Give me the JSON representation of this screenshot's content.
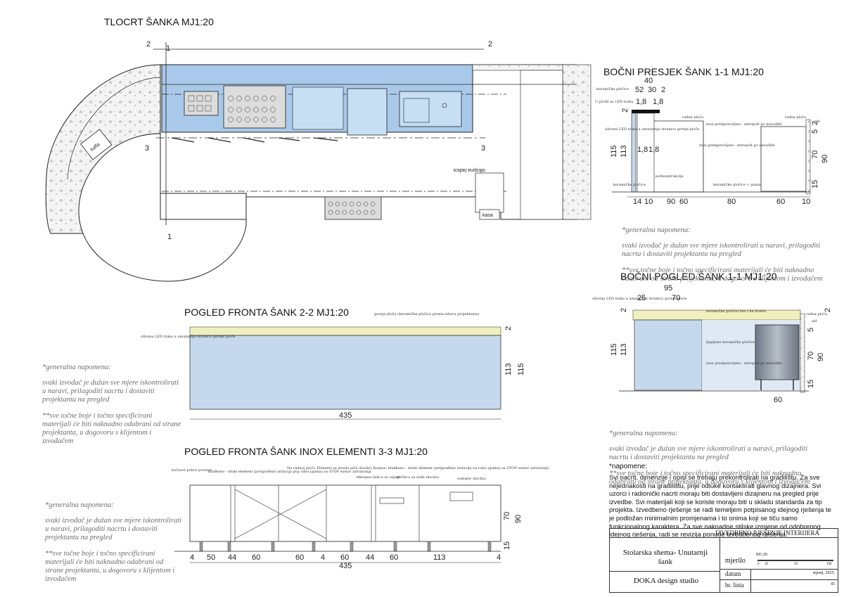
{
  "titles": {
    "plan": "TLOCRT ŠANKA   MJ1:20",
    "section": "BOČNI PRESJEK ŠANK 1-1  MJ1:20",
    "side_view": "BOČNI POGLED ŠANK 1-1  MJ1:20",
    "front_view": "POGLED FRONTA ŠANK 2-2  MJ1:20",
    "inox_view": "POGLED FRONTA ŠANK INOX ELEMENTI 3-3  MJ1:20"
  },
  "plan": {
    "cut_marks": [
      "2",
      "1",
      "2",
      "3",
      "3",
      "1"
    ],
    "labels": {
      "coffee": "kaffa",
      "drawer": "otkopna ladica",
      "cash": "kasa"
    }
  },
  "section": {
    "dims_top": [
      "40",
      "52",
      "30",
      "2",
      "1,8",
      "1,8"
    ],
    "dims_left": [
      "2",
      "115",
      "113",
      "1,8",
      "1,8"
    ],
    "dims_right": [
      "2",
      "5",
      "70",
      "90",
      "15"
    ],
    "dims_bottom": [
      "14",
      "10",
      "90",
      "60",
      "80",
      "60",
      "10"
    ],
    "labels": {
      "tiles_top": "keramičke pločice",
      "led_profile": "U profil za LED traku",
      "led_strip": "ulivena LED traka u umutarnju stranicu gornje ploče",
      "worktop": "radna ploča",
      "worktop_right": "radna ploča",
      "inox_a": "inox predgotovljeni - mtropolt po narudžbi",
      "inox_b": "inox predgotovljeni - mtropolt po narudžbi",
      "substructure": "potkonstrukcija",
      "tiles_floor": "keramičke pločice",
      "tiles_rubber": "keramičke pločice + guma",
      "wall": "zid"
    }
  },
  "side_view": {
    "dims_top": [
      "95",
      "25",
      "70"
    ],
    "dims_left": [
      "2",
      "115",
      "113"
    ],
    "dims_right": [
      "2",
      "5",
      "70",
      "90",
      "15"
    ],
    "dims_bottom": [
      "60"
    ],
    "labels": {
      "led_strip": "ulivena LED traka u umutarnju stranicu gornje ploče",
      "tiles": "keramičke pločice kao i na frontu",
      "glued_tiles": "ljepljene keramičke pločice",
      "inox": "inox predgotovljeni - mtropolt po narudžbi",
      "worktop": "radna ploča",
      "wall": "zid"
    }
  },
  "front_view": {
    "dims_right": [
      "2",
      "113",
      "115"
    ],
    "dim_bottom": "435",
    "labels": {
      "top_plate": "gornja ploča (keramička pločica prema izboru projektanta)",
      "led_strip": "ulivena LED traka u umutarnju stranicu gornje ploče"
    }
  },
  "inox_view": {
    "dims_right": [
      "70",
      "90",
      "15"
    ],
    "dims_bottom": [
      "4",
      "50",
      "44",
      "60",
      "60",
      "4",
      "60",
      "44",
      "60",
      "113",
      "4"
    ],
    "dim_total": "435",
    "labels": {
      "bottle_shelf": "bočnost police prostor",
      "blind_front": "bladkeno - sitski element (pregrađeno izolacija pvp rubu (guma) za STOP sustav zatvaranja",
      "glass_element": "Na radnoj ploči: Element za izradu pića (kocke) Korpus: bladkeno - sitski element (pregrađeno izolacija na rubu (guma) za STOP sustav zatvaranja",
      "drawer": "otklopna ladica za otpad",
      "sink": "perilica za suđe (kocka)",
      "basin": "sudoper (kocka)"
    }
  },
  "general_note": {
    "heading": "*generalna napomena:",
    "body": "svaki izvođač je dužan sve mjere iskontrolirati u naravi, prilagoditi nacrtu i dostaviti projektantu na pregled",
    "colors": "**sve točne boje i točno specificirani materijali će biti naknadno odabrani od strane projektanta, u dogovoru s klijentom i izvođačem"
  },
  "notes": {
    "heading": "*napomene:",
    "body": "Svi nacrti, dimenzije i opisi se trebaju prekontrolirati na gradilištu. Za sve nejednakosti na gradilištu, prije odluke kontaktirati glavnog dizajnera. Svi uzorci i radionički nacrti moraju biti dostavljeni dizajneru na pregled prije izvedbe. Svi materijali koji se koriste moraju biti u skladu standarda za tip projekta. Izvedbeno rješenje se radi temeljem potpisanog idejnog rješenja te je podložan minimalnim promjenama i to onima koji se tiču samo funkcionalnog karaktera. Za sve naknadne stilske izmjene od odobrenog idejnog rješenja, radi se revizija ponude izvedbenog rješenja."
  },
  "title_block": {
    "header": "IZVEDBENO RJEŠENJE INTERIJERA",
    "project": "Stolarska shema- Unutarnji šank",
    "studio": "DOKA design studio",
    "scale_label": "mjerilo",
    "scale_value": "M1:20",
    "scale_ticks": [
      "0",
      "10",
      "50",
      "100"
    ],
    "date_label": "datum",
    "date_value": "srpanj, 2025.",
    "sheet_label": "br. lista",
    "sheet_value": "45"
  },
  "colors": {
    "fill_blue": "#c5d8ec",
    "fill_plan": "#a9c9ea",
    "fill_light": "#dfe9f4",
    "led_yellow": "#f0f0bf",
    "inox_grey": "#8f98a3",
    "line": "#222222"
  }
}
